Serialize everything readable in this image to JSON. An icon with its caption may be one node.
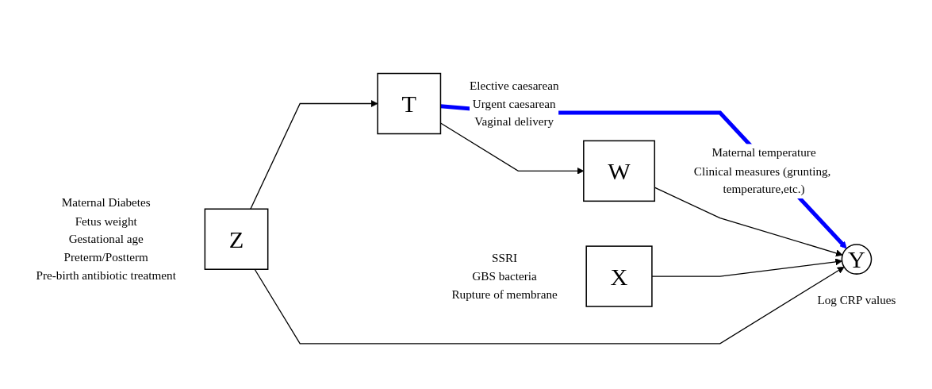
{
  "diagram": {
    "nodes": [
      {
        "text": [
          "Z"
        ],
        "beside": [
          "Maternal Diabetes",
          "Fetus weight",
          "Gestational age",
          "Preterm/Postterm",
          "Pre-birth antibiotic treatment"
        ]
      },
      {
        "text": [
          "T"
        ],
        "beside": [
          "Elective caesarean",
          "Urgent caesarean",
          "Vaginal delivery"
        ]
      },
      {
        "text": [
          "W"
        ],
        "beside": [
          "Maternal temperature",
          "Clinical measures (grunting, temperature,etc.)"
        ]
      },
      {
        "text": [
          "X"
        ],
        "beside": [
          "SSRI",
          "GBS bacteria",
          "Rupture of membrane"
        ]
      },
      {
        "text": [
          "Y"
        ],
        "beside": [
          "Log CRP values"
        ]
      }
    ],
    "edges": [
      {
        "from": 0,
        "to": 1,
        "arrow": "to"
      },
      {
        "from": 0,
        "to": 4,
        "arrow": "to"
      },
      {
        "from": 1,
        "to": 4,
        "arrow": "to",
        "style": "thick",
        "color": "#0000ff"
      },
      {
        "from": 1,
        "to": 2,
        "arrow": "to"
      },
      {
        "from": 2,
        "to": 4,
        "arrow": "to"
      },
      {
        "from": 3,
        "to": 4,
        "arrow": "to"
      }
    ]
  }
}
